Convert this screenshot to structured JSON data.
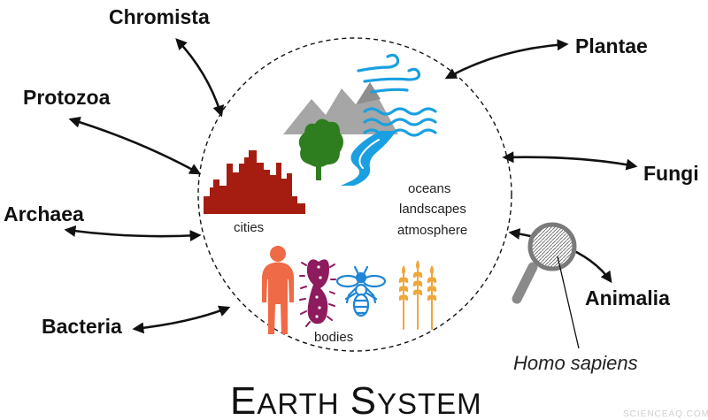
{
  "kingdoms": {
    "chromista": "Chromista",
    "protozoa": "Protozoa",
    "archaea": "Archaea",
    "bacteria": "Bacteria",
    "plantae": "Plantae",
    "fungi": "Fungi",
    "animalia": "Animalia"
  },
  "inner_labels": {
    "cities": "cities",
    "oceans": "oceans",
    "landscapes": "landscapes",
    "atmosphere": "atmosphere",
    "bodies": "bodies"
  },
  "homo_sapiens": "Homo sapiens",
  "title": {
    "e_cap": "E",
    "arth": "ARTH",
    "s_cap": "S",
    "ystem": "YSTEM"
  },
  "watermark": "SCIENCEAQ.COM",
  "colors": {
    "city": "#a51d11",
    "mountain": "#a6a6a6",
    "tree": "#2e7d1e",
    "water": "#1aa0e0",
    "body": "#ef6a46",
    "microbe": "#8d1b5e",
    "insect": "#1f86d4",
    "wheat": "#f0a63a",
    "lens": "#8a8a8a"
  },
  "icons": [
    "city-skyline-icon",
    "mountains-icon",
    "tree-icon",
    "river-icon",
    "wind-waves-icon",
    "human-body-icon",
    "microbe-icon",
    "bee-icon",
    "wheat-icon",
    "magnifying-glass-icon"
  ]
}
